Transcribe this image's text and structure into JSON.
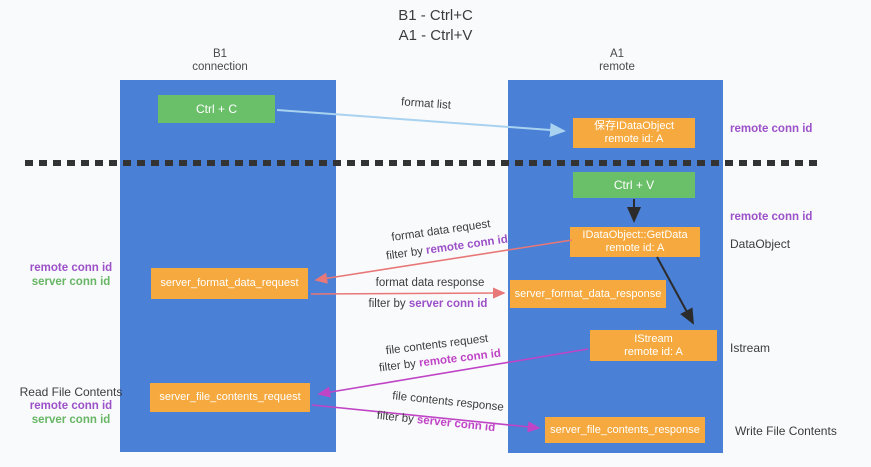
{
  "title": {
    "line1": "B1 - Ctrl+C",
    "line2": "A1 - Ctrl+V"
  },
  "columns": {
    "left": {
      "name": "B1",
      "role": "connection"
    },
    "right": {
      "name": "A1",
      "role": "remote"
    }
  },
  "boxes": {
    "ctrl_c": {
      "label": "Ctrl + C"
    },
    "save_dataobject": {
      "line1": "保存IDataObject",
      "line2": "remote id: A"
    },
    "ctrl_v": {
      "label": "Ctrl + V"
    },
    "getdata": {
      "line1": "IDataObject::GetData",
      "line2": "remote id: A"
    },
    "format_request": {
      "label": "server_format_data_request"
    },
    "format_response": {
      "label": "server_format_data_response"
    },
    "istream": {
      "line1": "IStream",
      "line2": "remote id: A"
    },
    "file_request": {
      "label": "server_file_contents_request"
    },
    "file_response": {
      "label": "server_file_contents_response"
    }
  },
  "arrow_labels": {
    "format_list": "format list",
    "format_data_request": "format data request",
    "format_data_request_filter": {
      "prefix": "filter by",
      "value": "remote conn id"
    },
    "format_data_response": "format data response",
    "format_data_response_filter": {
      "prefix": "filter by",
      "value": "server conn id"
    },
    "file_contents_request": "file contents request",
    "file_contents_request_filter": {
      "prefix": "filter by",
      "value": "remote conn id"
    },
    "file_contents_response": "file contents response",
    "file_contents_response_filter": {
      "prefix": "filter by",
      "value": "server conn id"
    }
  },
  "side_labels": {
    "top_right_conn_id": "remote conn id",
    "mid_right_conn_id": "remote conn id",
    "dataobject": "DataObject",
    "istream": "Istream",
    "write_file_contents": "Write File Contents",
    "left_mid": {
      "remote": "remote conn id",
      "server": "server conn id"
    },
    "left_bottom": {
      "title": "Read File Contents",
      "remote": "remote conn id",
      "server": "server conn id"
    }
  },
  "colors": {
    "blue": "#4a80d6",
    "orange": "#f5a93e",
    "green": "#6abf69",
    "purple": "#9c51c8",
    "magenta": "#bf44c6",
    "greentext": "#67b565",
    "red": "#e87878",
    "lightblue": "#a8d2f0",
    "ink": "#3c3c3c",
    "bg": "#f9fafb"
  }
}
